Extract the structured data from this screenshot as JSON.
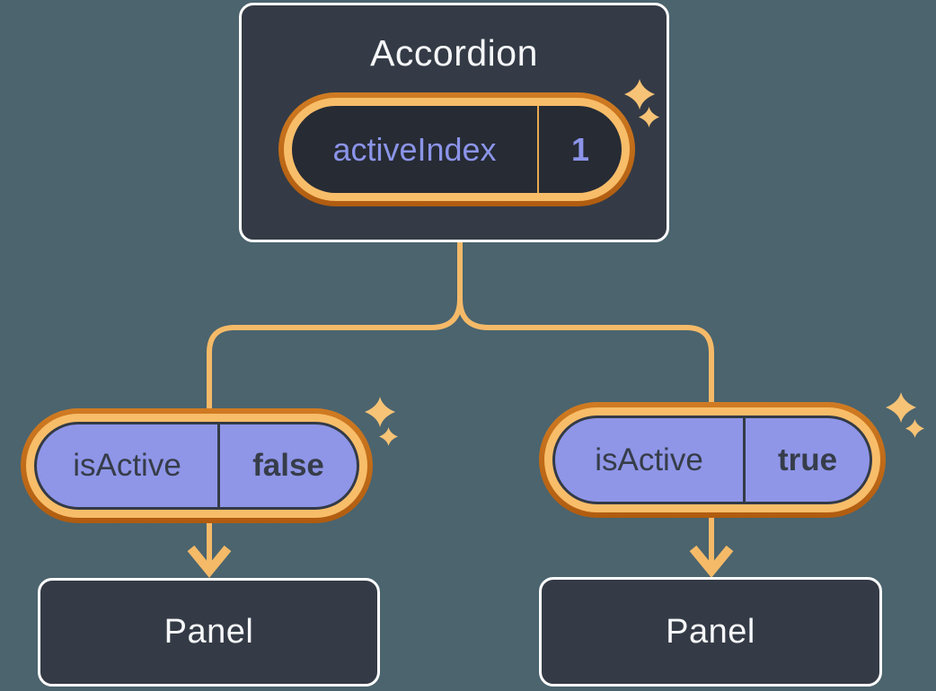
{
  "diagram": {
    "accordion": {
      "title": "Accordion",
      "state_name": "activeIndex",
      "state_value": "1"
    },
    "left_branch": {
      "prop_name": "isActive",
      "prop_value": "false",
      "panel_title": "Panel"
    },
    "right_branch": {
      "prop_name": "isActive",
      "prop_value": "true",
      "panel_title": "Panel"
    }
  },
  "icons": {
    "sparkle": "✦",
    "arrow_down": "↓"
  },
  "colors": {
    "background": "#4B646E",
    "node_fill": "#343B46",
    "node_border": "#FFFFFF",
    "node_text": "#F6F7F9",
    "state_pill_fill": "#262B34",
    "prop_pill_fill": "#8F96E8",
    "ring_light_orange": "#F8BD69",
    "ring_dark_orange": "#B7601A",
    "connector_orange": "#F5BA68",
    "sparkle_orange": "#F7C376",
    "state_text_purple": "#8B94E8",
    "prop_text_dark": "#363D49"
  }
}
